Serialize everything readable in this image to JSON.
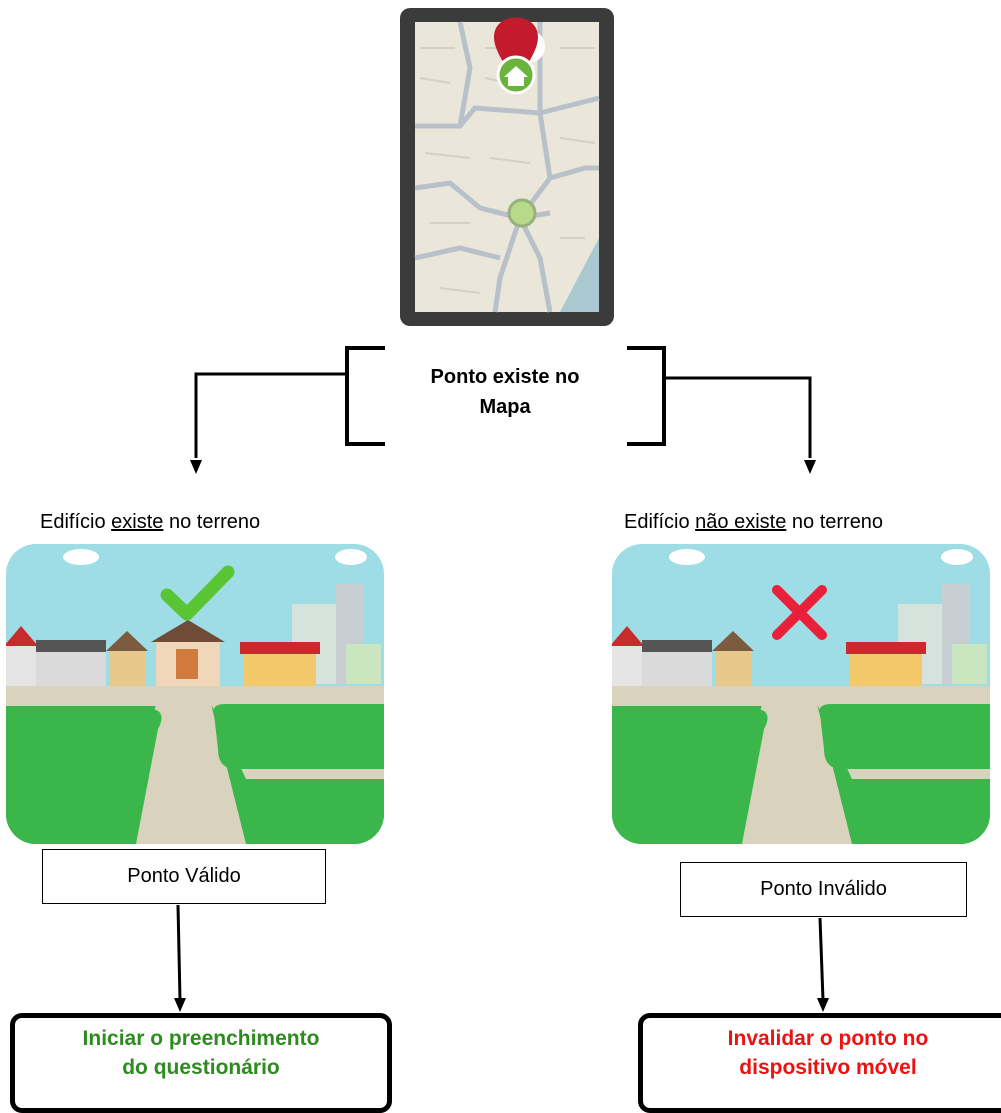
{
  "diagram": {
    "center_label": {
      "line1": "Ponto existe no",
      "line2": "Mapa"
    },
    "left_branch": {
      "caption_before": "Edifício ",
      "caption_emphasis": "existe",
      "caption_after": " no terreno",
      "status": "Ponto Válido",
      "action_line1": "Iniciar o preenchimento",
      "action_line2": "do questionário",
      "action_color": "#2e8b1f",
      "mark": "checkmark-icon"
    },
    "right_branch": {
      "caption_before": "Edifício ",
      "caption_emphasis": "não existe",
      "caption_after": " no terreno",
      "status": "Ponto Inválido",
      "action_line1": "Invalidar o ponto no",
      "action_line2": "dispositivo móvel",
      "action_color": "#ee1111",
      "mark": "cross-icon"
    },
    "phone_icon": "map-pin-home-icon"
  }
}
